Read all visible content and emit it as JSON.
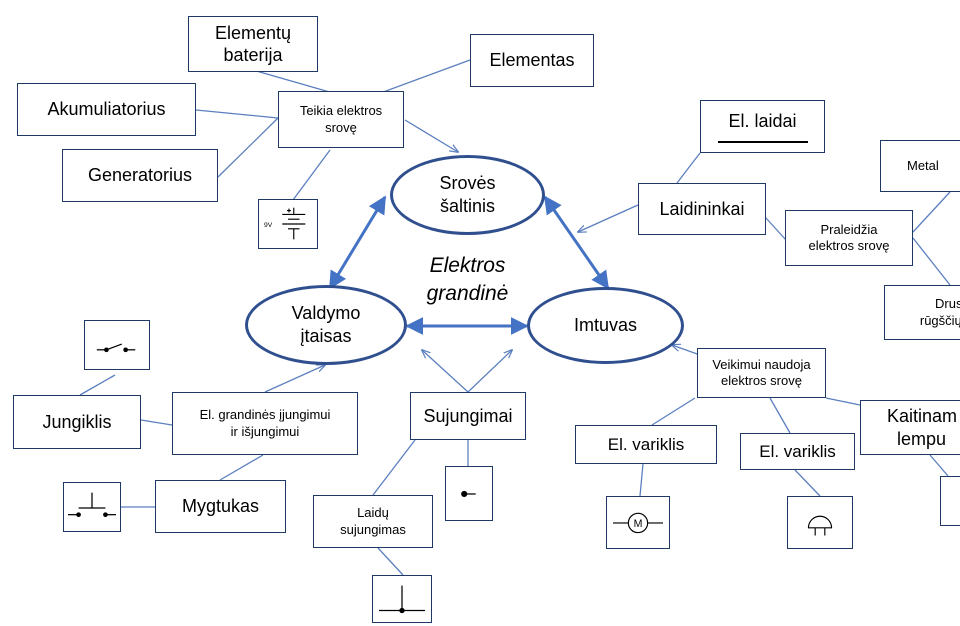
{
  "title": {
    "line1": "Elektros",
    "line2": "grandinė"
  },
  "center": {
    "source": {
      "line1": "Srovės",
      "line2": "šaltinis"
    },
    "control": {
      "line1": "Valdymo",
      "line2": "įtaisas"
    },
    "receiver": "Imtuvas"
  },
  "source_group": {
    "provides": {
      "line1": "Teikia elektros",
      "line2": "srovę"
    },
    "battery_cells": {
      "line1": "Elementų",
      "line2": "baterija"
    },
    "cell": "Elementas",
    "accumulator": "Akumuliatorius",
    "generator": "Generatorius",
    "battery_symbol_label": "9V"
  },
  "conductor_group": {
    "wires": "El. laidai",
    "conductors": "Laidininkai",
    "conducts": {
      "line1": "Praleidžia",
      "line2": "elektros srovę"
    },
    "metals": "Metal",
    "salts": {
      "line1": "Drusk",
      "line2": "rūgščių t"
    }
  },
  "control_group": {
    "switch": "Jungiklis",
    "purpose": {
      "line1": "El. grandinės įjungimui",
      "line2": "ir išjungimui"
    },
    "button": "Mygtukas"
  },
  "connection_group": {
    "connections": "Sujungimai",
    "wire_joint": {
      "line1": "Laidų",
      "line2": "sujungimas"
    }
  },
  "receiver_group": {
    "uses": {
      "line1": "Veikimui naudoja",
      "line2": "elektros srovę"
    },
    "motor1": "El. variklis",
    "motor2": "El. variklis",
    "heating": {
      "line1": "Kaitinam",
      "line2": "lempu"
    },
    "motor_symbol_label": "M"
  },
  "colors": {
    "box_border": "#1f3864",
    "connector": "#5b7fbf",
    "oval_border": "#2f4f8f",
    "arrow": "#4472c4"
  }
}
